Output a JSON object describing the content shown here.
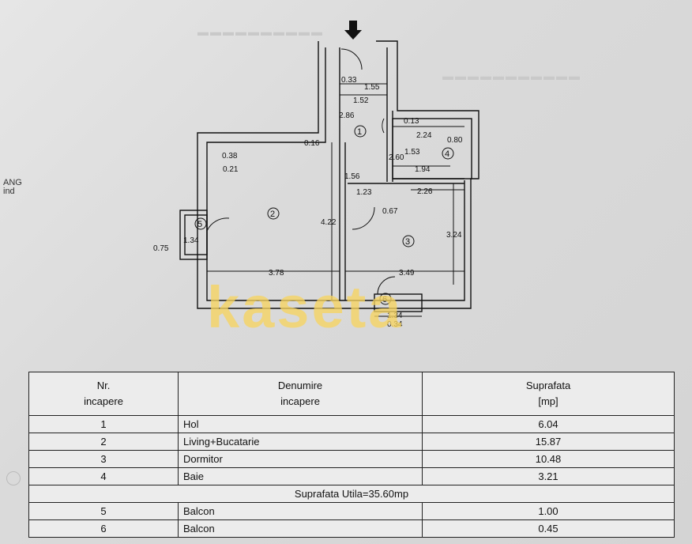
{
  "plan": {
    "room_numbers": [
      "1",
      "2",
      "3",
      "4",
      "5",
      "6"
    ],
    "dimensions": {
      "d033": "0.33",
      "d155": "1.55",
      "d152": "1.52",
      "d286": "2.86",
      "d013": "0.13",
      "d224": "2.24",
      "d080": "0.80",
      "d016": "0.16",
      "d038": "0.38",
      "d021": "0.21",
      "d260": "2.60",
      "d153": "1.53",
      "d194": "1.94",
      "d156": "1.56",
      "d123": "1.23",
      "d226": "2.26",
      "d422": "4.22",
      "d067": "0.67",
      "d324": "3.24",
      "d134a": "1.34",
      "d075": "0.75",
      "d378": "3.78",
      "d349": "3.49",
      "d134b": "1.34",
      "d034": "0.34"
    },
    "watermark": "kaseta",
    "side_note_line1": "ANG",
    "side_note_line2": "ind"
  },
  "table": {
    "headers": {
      "col1_line1": "Nr.",
      "col1_line2": "incapere",
      "col2_line1": "Denumire",
      "col2_line2": "incapere",
      "col3_line1": "Suprafata",
      "col3_line2": "[mp]"
    },
    "rows": [
      {
        "nr": "1",
        "name": "Hol",
        "area": "6.04"
      },
      {
        "nr": "2",
        "name": "Living+Bucatarie",
        "area": "15.87"
      },
      {
        "nr": "3",
        "name": "Dormitor",
        "area": "10.48"
      },
      {
        "nr": "4",
        "name": "Baie",
        "area": "3.21"
      }
    ],
    "total": "Suprafata Utila=35.60mp",
    "balcony_rows": [
      {
        "nr": "5",
        "name": "Balcon",
        "area": "1.00"
      },
      {
        "nr": "6",
        "name": "Balcon",
        "area": "0.45"
      }
    ]
  }
}
